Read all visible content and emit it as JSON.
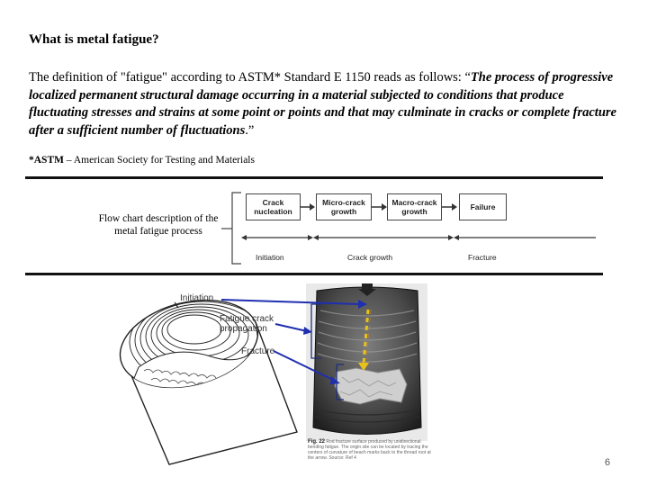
{
  "title": "What is metal fatigue?",
  "paragraph": {
    "intro": "The definition of \"fatigue\" according to ASTM* Standard E 1150 reads as follows: “",
    "quote": "The process of progressive localized permanent structural damage occurring in a material subjected to conditions that produce fluctuating stresses and strains at some point or points and that may culminate in cracks or complete fracture after a sufficient number of fluctuations",
    "end": ".”"
  },
  "footnote": {
    "abbr": "*ASTM",
    "text": " – American Society for Testing and Materials"
  },
  "flowchart": {
    "caption": "Flow chart description of the metal fatigue process",
    "boxes": [
      "Crack nucleation",
      "Micro-crack growth",
      "Macro-crack growth",
      "Failure"
    ],
    "phases": [
      "Initiation",
      "Crack growth",
      "Fracture"
    ]
  },
  "diagram": {
    "labels": [
      "Initiation",
      "Fatigue crack propagation",
      "Fracture"
    ]
  },
  "photo": {
    "fig_label": "Fig. 22",
    "caption": "Rod fracture surface produced by unidirectional bending fatigue. The origin site can be located by tracing the centers of curvature of beach marks back to the thread root at the arrow. Source: Ref 4"
  },
  "page_number": "6"
}
